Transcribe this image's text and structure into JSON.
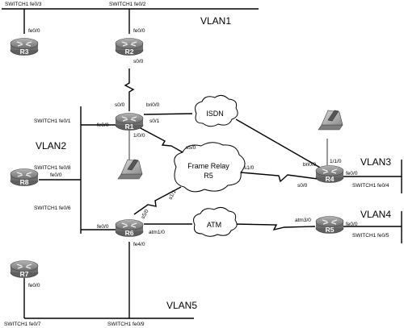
{
  "vlans": {
    "vlan1": "VLAN1",
    "vlan2": "VLAN2",
    "vlan3": "VLAN3",
    "vlan4": "VLAN4",
    "vlan5": "VLAN5"
  },
  "routers": {
    "r1": "R1",
    "r2": "R2",
    "r3": "R3",
    "r4": "R4",
    "r5": "R5",
    "r6": "R6",
    "r7": "R7",
    "r8": "R8"
  },
  "clouds": {
    "isdn": "ISDN",
    "frame_relay_line1": "Frame Relay",
    "frame_relay_line2": "R5",
    "atm": "ATM"
  },
  "switch_ports": {
    "fe0_3": "SWITCH1 fe0/3",
    "fe0_2": "SWITCH1 fe0/2",
    "fe0_1": "SWITCH1 fe0/1",
    "fe0_8": "SWITCH1 fe0/8",
    "fe0_6": "SWITCH1 fe0/6",
    "fe0_4": "SWITCH1 fe0/4",
    "fe0_5": "SWITCH1 fe0/5",
    "fe0_7": "SWITCH1 fe0/7",
    "fe0_9": "SWITCH1 fe0/9"
  },
  "interfaces": {
    "r3_fe": "fe0/0",
    "r2_fe": "fe0/0",
    "r2_s": "s0/0",
    "r1_s00": "s0/0",
    "r1_bri": "bri0/0",
    "r1_fe": "fe0/0",
    "r1_s01": "s0/1",
    "r1_100": "1/0/0",
    "fr_s50": "s5/0",
    "fr_s10": "s1/0",
    "fr_s11": "s1/1",
    "r8_fe": "fe0/0",
    "r4_bri": "bri0/0",
    "r4_110": "1/1/0",
    "r4_fe": "fe0/0",
    "r4_s": "s0/0",
    "r6_s50": "s5/0",
    "r6_fe": "fe0/0",
    "r6_atm": "atm1/0",
    "r6_fe4": "fe4/0",
    "r5_atm": "atm3/0",
    "r5_fe": "fe0/0",
    "r7_fe": "fe0/0"
  }
}
